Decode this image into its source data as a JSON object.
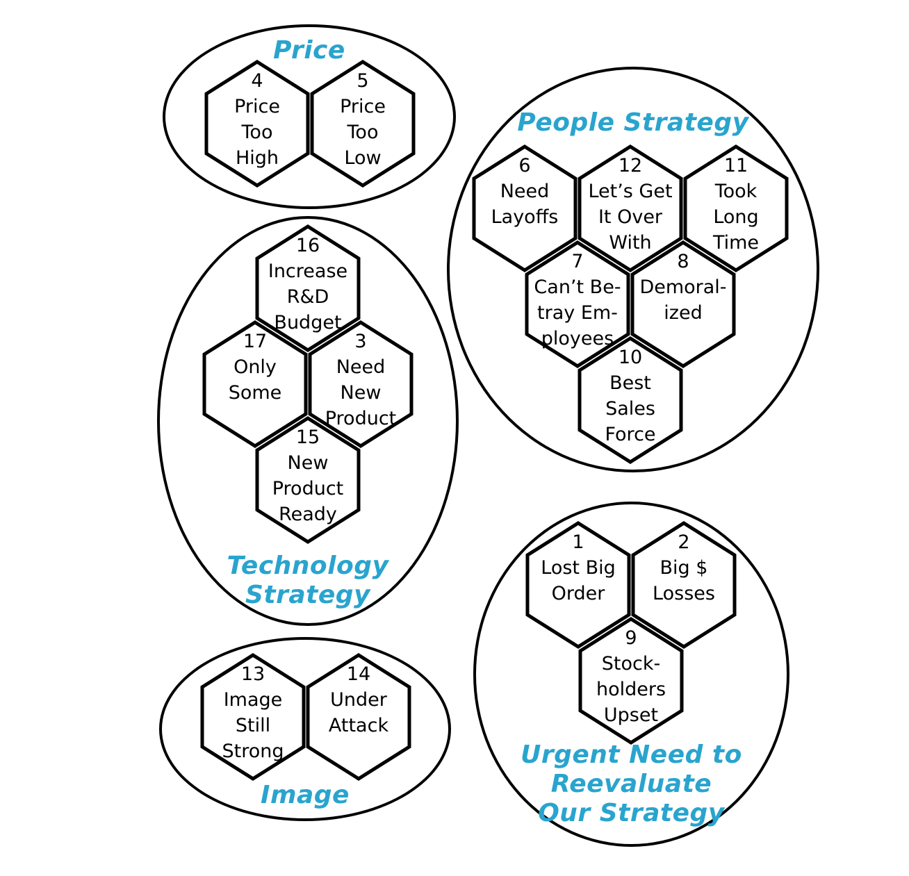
{
  "accent_color": "#29A4CE",
  "outline_color": "#000000",
  "clusters": [
    {
      "id": "price",
      "label": "Price",
      "hexes": [
        {
          "number": "4",
          "label": "Price\nToo\nHigh"
        },
        {
          "number": "5",
          "label": "Price\nToo\nLow"
        }
      ]
    },
    {
      "id": "people-strategy",
      "label": "People Strategy",
      "hexes": [
        {
          "number": "6",
          "label": "Need\nLayoffs"
        },
        {
          "number": "12",
          "label": "Let’s Get\nIt Over\nWith"
        },
        {
          "number": "11",
          "label": "Took\nLong\nTime"
        },
        {
          "number": "7",
          "label": "Can’t Be-\ntray Em-\nployees"
        },
        {
          "number": "8",
          "label": "Demoral-\nized"
        },
        {
          "number": "10",
          "label": "Best\nSales\nForce"
        }
      ]
    },
    {
      "id": "technology-strategy",
      "label": "Technology\nStrategy",
      "hexes": [
        {
          "number": "16",
          "label": "Increase\nR&D\nBudget"
        },
        {
          "number": "17",
          "label": "Only\nSome"
        },
        {
          "number": "3",
          "label": "Need\nNew\nProduct"
        },
        {
          "number": "15",
          "label": "New\nProduct\nReady"
        }
      ]
    },
    {
      "id": "image",
      "label": "Image",
      "hexes": [
        {
          "number": "13",
          "label": "Image\nStill\nStrong"
        },
        {
          "number": "14",
          "label": "Under\nAttack"
        }
      ]
    },
    {
      "id": "urgent",
      "label": "Urgent Need to\nReevaluate\nOur Strategy",
      "hexes": [
        {
          "number": "1",
          "label": "Lost Big\nOrder"
        },
        {
          "number": "2",
          "label": "Big $\nLosses"
        },
        {
          "number": "9",
          "label": "Stock-\nholders\nUpset"
        }
      ]
    }
  ]
}
